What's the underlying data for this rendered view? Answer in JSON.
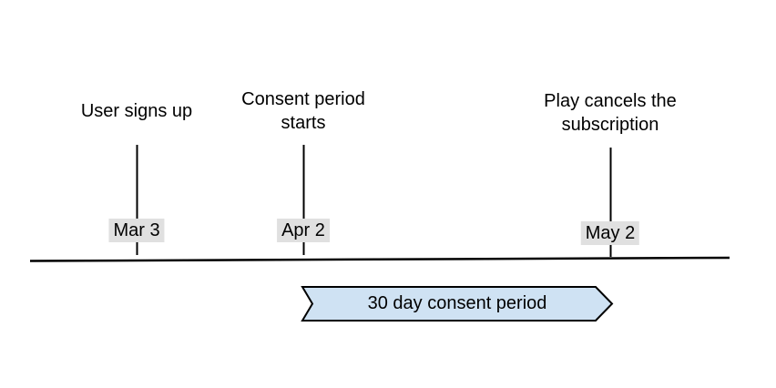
{
  "canvas": {
    "background": "#ffffff"
  },
  "timeline": {
    "axis_color": "#000000",
    "tick_color": "#000000",
    "date_label_bg": "#e0e0e0",
    "text_color": "#000000",
    "milestones": [
      {
        "title": "User signs up",
        "date": "Mar 3"
      },
      {
        "title": "Consent period starts",
        "date": "Apr 2"
      },
      {
        "title": "Play cancels the subscription",
        "date": "May 2"
      }
    ]
  },
  "banner": {
    "label": "30 day consent period",
    "fill": "#cfe2f3",
    "border": "#000000"
  }
}
